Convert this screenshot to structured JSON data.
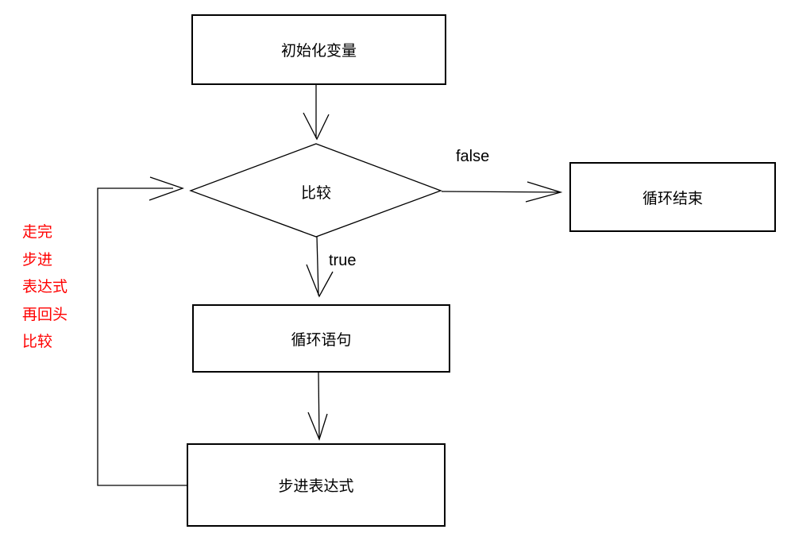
{
  "nodes": {
    "init": {
      "label": "初始化变量"
    },
    "compare": {
      "label": "比较"
    },
    "loop_end": {
      "label": "循环结束"
    },
    "loop_body": {
      "label": "循环语句"
    },
    "step_expr": {
      "label": "步进表达式"
    }
  },
  "edge_labels": {
    "false_branch": "false",
    "true_branch": "true"
  },
  "annotation": {
    "color": "#ff0000",
    "lines": [
      "走完",
      "步进",
      "表达式",
      "再回头",
      "比较"
    ]
  },
  "colors": {
    "line": "#000000",
    "background": "#ffffff"
  }
}
